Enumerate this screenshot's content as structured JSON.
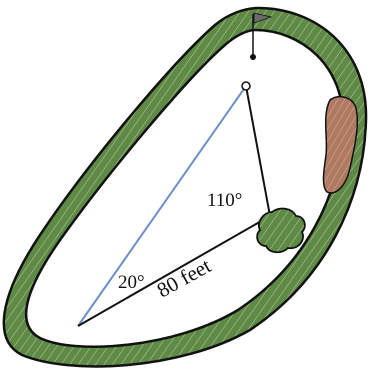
{
  "diagram": {
    "labels": {
      "angle_at_tee": "20°",
      "angle_at_tree": "110°",
      "distance": "80 feet"
    },
    "colors": {
      "fairway_green": "#5f8a45",
      "fairway_outline": "#111111",
      "sand_trap": "#b07a62",
      "tree_green": "#5f8a45",
      "sightline_to_hole": "#6d8fc9",
      "segment_lines": "#111111",
      "flag": "#6b6b6b"
    },
    "icons": {
      "hole": "golf-flag-icon",
      "tree": "bush-icon",
      "hazard": "sand-trap-icon"
    }
  }
}
